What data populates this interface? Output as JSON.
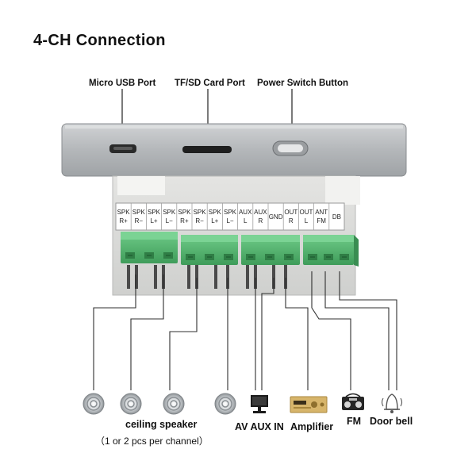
{
  "title": "4-CH Connection",
  "ports": {
    "micro_usb": "Micro USB Port",
    "tf_sd": "TF/SD Card Port",
    "power_switch": "Power Switch Button"
  },
  "terminals": [
    {
      "top": "SPK",
      "bottom": "R+"
    },
    {
      "top": "SPK",
      "bottom": "R−"
    },
    {
      "top": "SPK",
      "bottom": "L+"
    },
    {
      "top": "SPK",
      "bottom": "L−"
    },
    {
      "top": "SPK",
      "bottom": "R+"
    },
    {
      "top": "SPK",
      "bottom": "R−"
    },
    {
      "top": "SPK",
      "bottom": "L+"
    },
    {
      "top": "SPK",
      "bottom": "L−"
    },
    {
      "top": "AUX",
      "bottom": "L"
    },
    {
      "top": "AUX",
      "bottom": "R"
    },
    {
      "top": "GND",
      "bottom": ""
    },
    {
      "top": "OUT",
      "bottom": "R"
    },
    {
      "top": "OUT",
      "bottom": "L"
    },
    {
      "top": "ANT",
      "bottom": "FM"
    },
    {
      "top": "DB",
      "bottom": ""
    }
  ],
  "devices": {
    "ceiling_speaker": "ceiling speaker",
    "ceiling_speaker_note": "（1 or 2 pcs per channel）",
    "av_aux_in": "AV AUX IN",
    "amplifier": "Amplifier",
    "fm": "FM",
    "door_bell": "Door bell"
  },
  "colors": {
    "panel": "#b9bcbf",
    "terminal_green": "#58b874",
    "label_strip": "#ffffff",
    "wire": "#333333"
  }
}
